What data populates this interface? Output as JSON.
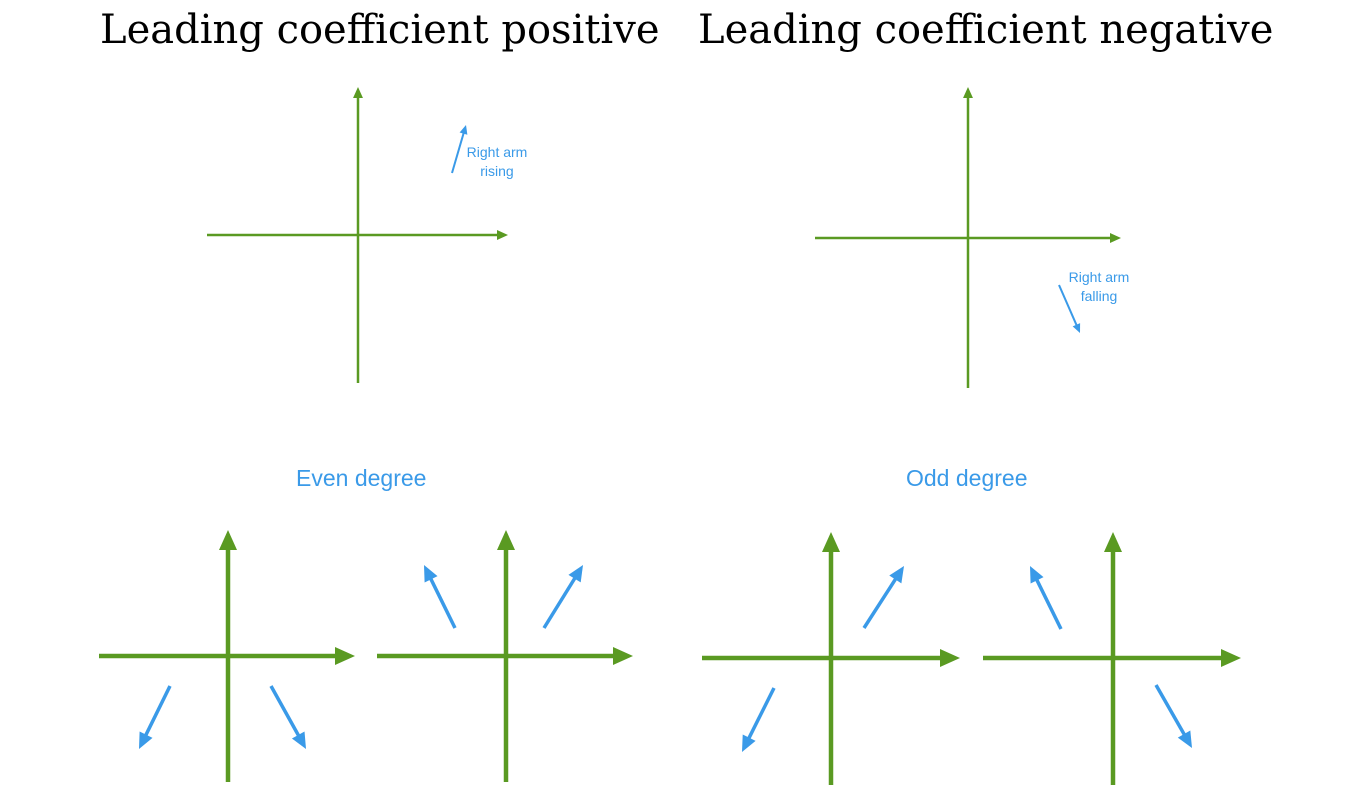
{
  "colors": {
    "axis": "#5a9a22",
    "arrow": "#3a9ae8",
    "heading": "#000000"
  },
  "headings": {
    "positive": "Leading coefficient positive",
    "negative": "Leading coefficient negative"
  },
  "annotations": {
    "right_rising": {
      "line1": "Right arm",
      "line2": "rising"
    },
    "right_falling": {
      "line1": "Right arm",
      "line2": "falling"
    }
  },
  "degree_labels": {
    "even": "Even degree",
    "odd": "Odd degree"
  },
  "diagrams": [
    {
      "id": "positive-lead",
      "arms": [
        "up-right"
      ]
    },
    {
      "id": "negative-lead",
      "arms": [
        "down-right"
      ]
    },
    {
      "id": "even-negative",
      "arms": [
        "down-left",
        "down-right"
      ]
    },
    {
      "id": "even-positive",
      "arms": [
        "up-left",
        "up-right"
      ]
    },
    {
      "id": "odd-positive",
      "arms": [
        "down-left",
        "up-right"
      ]
    },
    {
      "id": "odd-negative",
      "arms": [
        "up-left",
        "down-right"
      ]
    }
  ]
}
